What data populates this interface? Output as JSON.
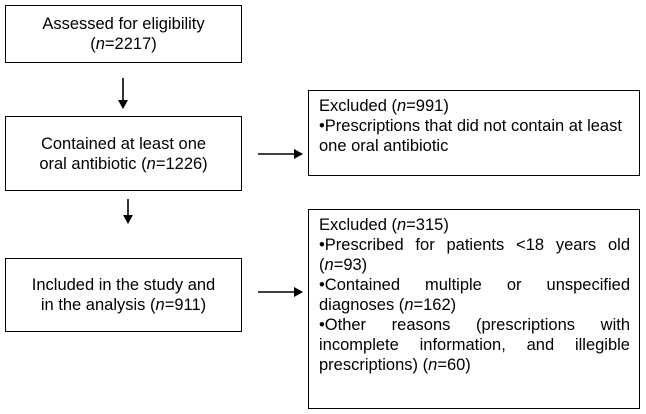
{
  "flow": {
    "assessed": {
      "line1": "Assessed for eligibility",
      "n_prefix": "(",
      "n_label": "n",
      "n_value": "=2217)"
    },
    "contained": {
      "line1": "Contained at least one",
      "line2_prefix": "oral antibiotic (",
      "n_label": "n",
      "n_value": "=1226)"
    },
    "included": {
      "line1": "Included in the study and",
      "line2_prefix": "in the analysis (",
      "n_label": "n",
      "n_value": "=911)"
    }
  },
  "excluded1": {
    "title_prefix": "Excluded (",
    "n_label": "n",
    "title_value": "=991)",
    "reasons": [
      {
        "text": "•Prescriptions that did not contain at least one oral antibiotic"
      }
    ]
  },
  "excluded2": {
    "title_prefix": "Excluded (",
    "n_label": "n",
    "title_value": "=315)",
    "reasons": [
      {
        "text": "•Prescribed for patients <18 years old (",
        "n_label": "n",
        "n_value": "=93)"
      },
      {
        "text": "•Contained multiple or unspecified diagnoses (",
        "n_label": "n",
        "n_value": "=162)"
      },
      {
        "text": "•Other reasons (prescriptions with incomplete information, and illegible prescriptions) (",
        "n_label": "n",
        "n_value": "=60)"
      }
    ]
  }
}
